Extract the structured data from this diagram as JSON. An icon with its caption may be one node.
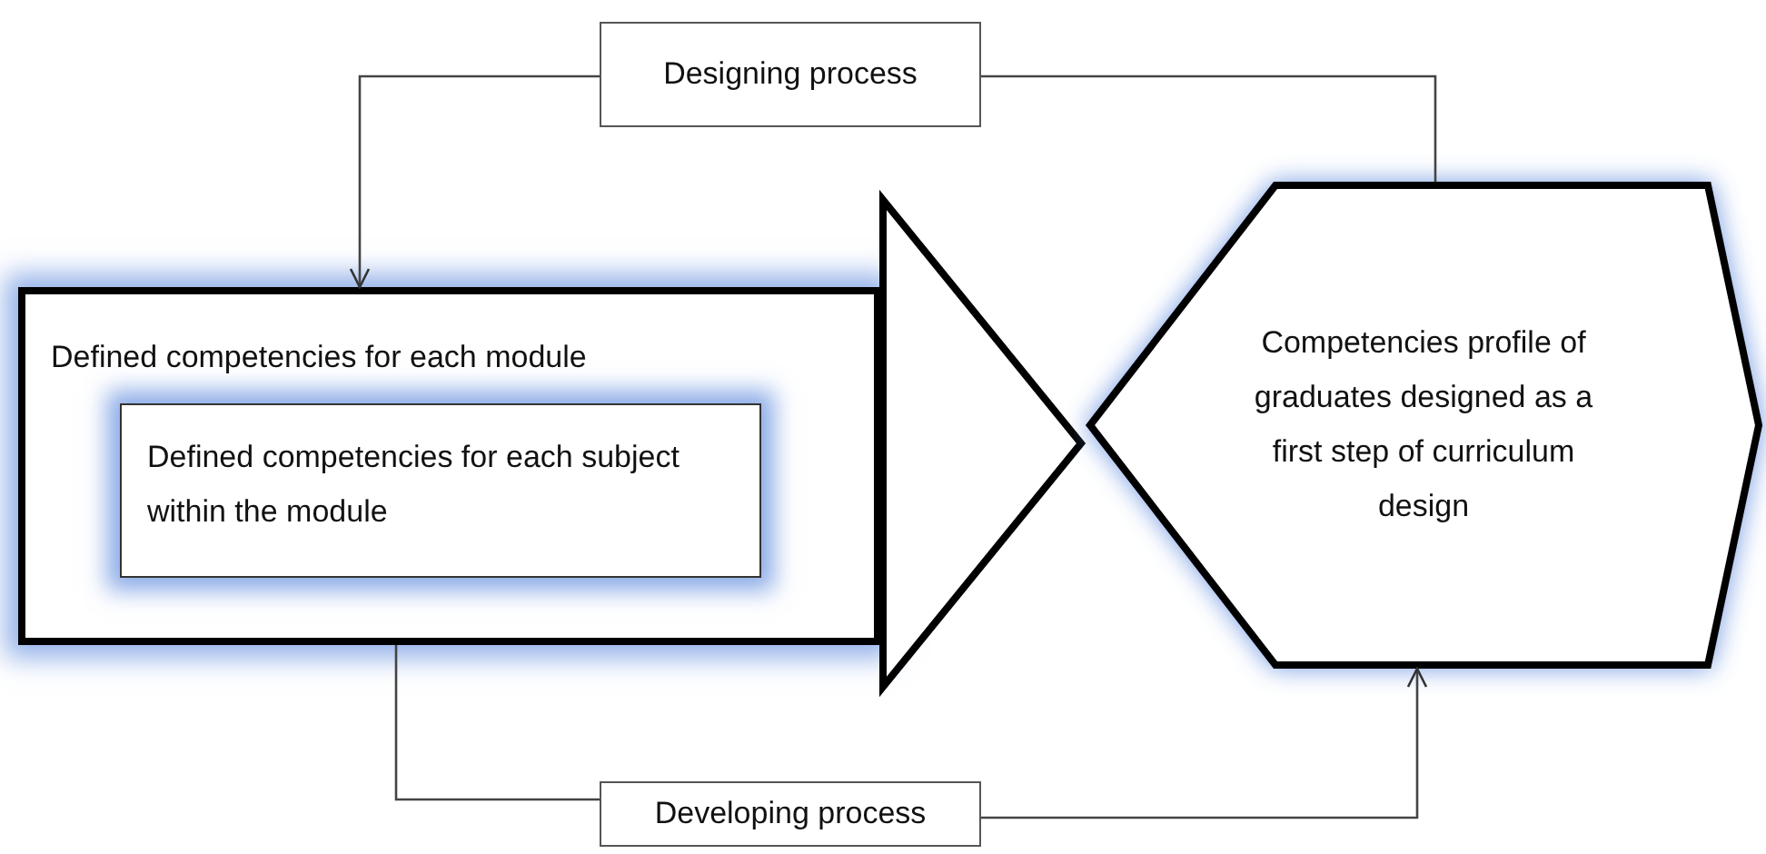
{
  "diagram": {
    "nodes": [
      {
        "text": [
          "Designing process"
        ]
      },
      {
        "text": [
          "Defined competencies for each module"
        ]
      },
      {
        "text": [
          "Defined competencies for each subject within the module"
        ],
        "in": 1
      },
      {
        "text": [],
        "shape": "triangle"
      },
      {
        "text": [
          "Competencies profile of graduates designed as a first step of curriculum design"
        ]
      },
      {
        "text": [
          "Developing process"
        ]
      }
    ],
    "edges": [
      {
        "from": 4,
        "to": 0,
        "arrow": "none"
      },
      {
        "from": 0,
        "to": 1,
        "arrow": "to"
      },
      {
        "from": 1,
        "to": 5,
        "arrow": "none"
      },
      {
        "from": 5,
        "to": 4,
        "arrow": "to"
      }
    ]
  }
}
